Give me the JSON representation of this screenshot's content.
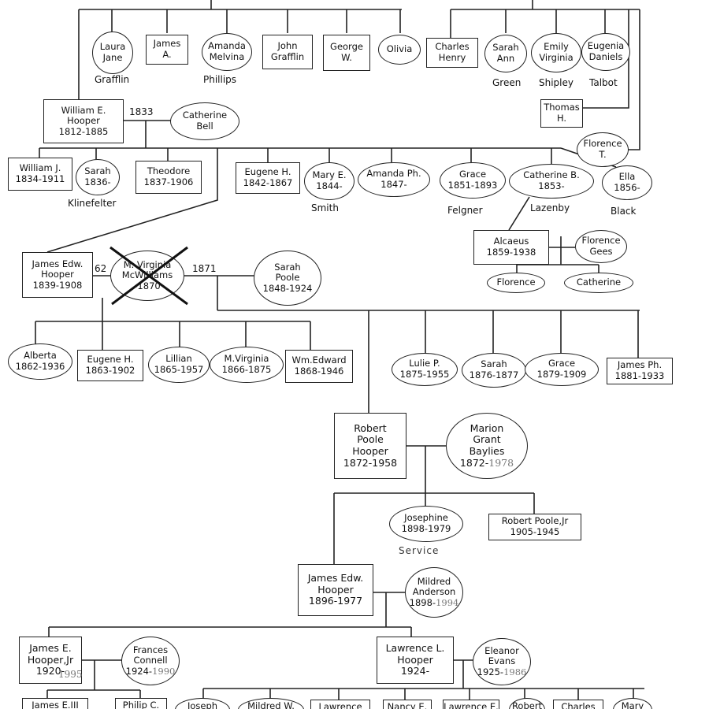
{
  "nodes": {
    "laura": "Laura\nJane",
    "james_a": "James\nA.",
    "amanda_m": "Amanda\nMelvina",
    "john": "John\nGrafflin",
    "george": "George\nW.",
    "olivia": "Olivia",
    "charles": "Charles\nHenry",
    "sarah_ann": "Sarah\nAnn",
    "emily": "Emily\nVirginia",
    "eugenia": "Eugenia\nDaniels",
    "william_e": "William E.\nHooper\n1812-1885",
    "catherine_bell": "Catherine\nBell",
    "thomas": "Thomas\nH.",
    "florence_t": "Florence\nT.",
    "william_j": "William J.\n1834-1911",
    "sarah_1836": "Sarah\n1836-",
    "theodore": "Theodore\n1837-1906",
    "eugene_1842": "Eugene H.\n1842-1867",
    "mary_e": "Mary E.\n1844-",
    "amanda_ph": "Amanda Ph.\n1847-",
    "grace_1851": "Grace\n1851-1893",
    "catherine_b": "Catherine B.\n1853-",
    "ella": "Ella\n1856-",
    "alcaeus": "Alcaeus\n1859-1938",
    "florence_gees": "Florence\nGees",
    "florence": "Florence",
    "catherine": "Catherine",
    "james_edw_1839": "James Edw.\nHooper\n1839-1908",
    "virginia_mcw": "M. Virginia\nMcWilliams\n-1870",
    "sarah_poole": "Sarah\nPoole\n1848-1924",
    "alberta": "Alberta\n1862-1936",
    "eugene_1863": "Eugene H.\n1863-1902",
    "lillian": "Lillian\n1865-1957",
    "m_virginia": "M.Virginia\n1866-1875",
    "wm_edward": "Wm.Edward\n1868-1946",
    "lulie": "Lulie P.\n1875-1955",
    "sarah_1876": "Sarah\n1876-1877",
    "grace_1879": "Grace\n1879-1909",
    "james_ph": "James Ph.\n1881-1933",
    "robert_poole": "Robert\nPoole\nHooper\n1872-1958",
    "marion": "Marion\nGrant\nBaylies",
    "josephine": "Josephine\n1898-1979",
    "robert_jr": "Robert Poole,Jr\n1905-1945",
    "james_edw_1896": "James Edw.\nHooper\n1896-1977",
    "mildred": "Mildred\nAnderson",
    "james_e_jr": "James E.\nHooper,Jr\n1920-",
    "frances": "Frances\nConnell",
    "lawrence": "Lawrence L.\nHooper\n1924-",
    "eleanor": "Eleanor\nEvans",
    "james_e_iii": "James E.III",
    "philip_c": "Philip C.",
    "bottom_a": "Joseph",
    "bottom_b": "Mildred W.",
    "bottom_c": "Lawrence",
    "bottom_d": "Nancy E.",
    "bottom_e": "Lawrence E.",
    "bottom_f": "Robert",
    "bottom_g": "Charles",
    "bottom_h": "Mary"
  },
  "notes": {
    "grafflin": "Grafflin",
    "phillips": "Phillips",
    "green": "Green",
    "shipley": "Shipley",
    "talbot": "Talbot",
    "year_1833": "1833",
    "klinefelter": "Klinefelter",
    "smith": "Smith",
    "felgner": "Felgner",
    "lazenby": "Lazenby",
    "black": "Black",
    "year_62": "62",
    "year_1871": "1871",
    "marion_years": "1872-",
    "service": "Service",
    "mildred_years": "1898-",
    "frances_years": "1924-",
    "eleanor_years": "1925-"
  },
  "handwritten": {
    "marion_death": "1978",
    "mildred_death": "1994",
    "james_jr_death": "1995",
    "frances_death": "1990",
    "eleanor_death": "1986"
  }
}
